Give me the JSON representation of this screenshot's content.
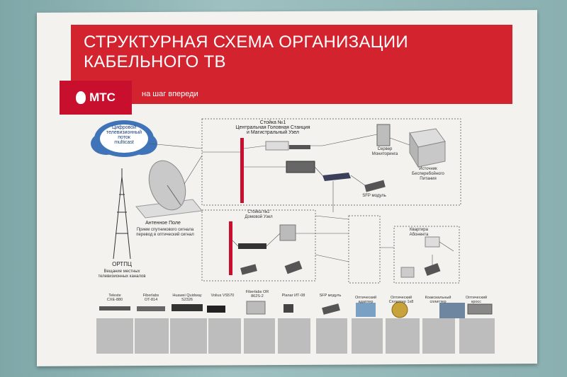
{
  "title_line1": "СТРУКТУРНАЯ СХЕМА ОРГАНИЗАЦИИ",
  "title_line2": "КАБЕЛЬНОГО ТВ",
  "brand": "МТС",
  "slogan": "на шаг впереди",
  "nodes": {
    "cloud": "Цифровой\nтелевизионный\nпоток\nmulticast",
    "antenna_field": "Антенное Поле",
    "antenna_caption": "Прием спутникового сигнала\nперевод в оптический сигнал",
    "tower": "ОРТПЦ",
    "tower_caption": "Вещание местных\nтелевизионных каналов",
    "rack1": "Стойка №1\nЦентральная Головная Станция\nи Магистральный Узел",
    "rack2": "Стойка №2\nДомовой Узел",
    "server": "Сервер\nМониторинга",
    "ups": "Источник\nБесперебойного\nПитания",
    "sfp1": "SFP модуль",
    "apartment": "Квартира\nАбонента"
  },
  "bottom_items": [
    "Teleste\nCXE-880",
    "Fiberlabs\nOT-814",
    "Huawei Quidway\nS2326",
    "Volius VS570",
    "Fiberlabs OR\n862S-2",
    "Planar ИТ-08",
    "SFP модуль",
    "Оптический\nадаптер",
    "Оптический\nСплиттер 1x8",
    "Коаксиальный\nсплиттер",
    "Оптический\nкросс"
  ],
  "colors": {
    "banner": "#d2232e",
    "logo": "#c8102e"
  }
}
